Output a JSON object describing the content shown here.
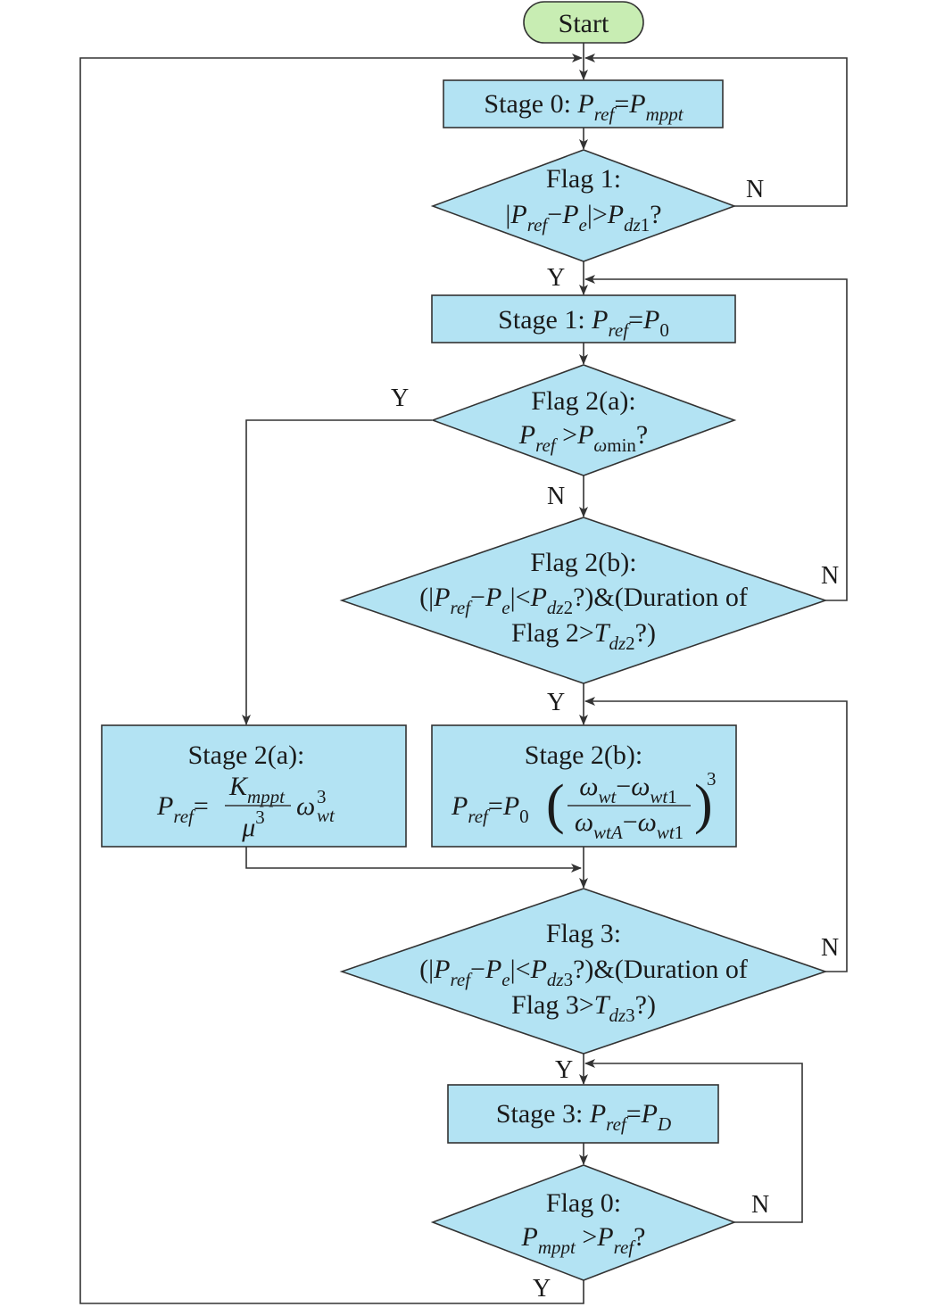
{
  "start": "Start",
  "labels": {
    "y": "Y",
    "n": "N"
  },
  "stage0": {
    "lead": "Stage 0: ",
    "p": "P",
    "ref": "ref",
    "eq": "=",
    "mppt": "mppt"
  },
  "flag1": {
    "title": "Flag 1:",
    "bar": "|",
    "p": "P",
    "ref": "ref",
    "minus": "−",
    "e": "e",
    "gt": "|>",
    "dz": "dz",
    "one": "1",
    "q": "?"
  },
  "stage1": {
    "lead": "Stage 1: ",
    "p": "P",
    "ref": "ref",
    "eq": "=",
    "zero": "0"
  },
  "flag2a": {
    "title": "Flag 2(a):",
    "p": "P",
    "ref": "ref",
    "gt": " >",
    "omega": "ω",
    "min": "min",
    "q": "?"
  },
  "flag2b": {
    "title": "Flag 2(b):",
    "open": "(|",
    "p": "P",
    "ref": "ref",
    "minus": "−",
    "e": "e",
    "lt": "|<",
    "dz": "dz",
    "two": "2",
    "close": "?)&(Duration of",
    "line3": "Flag 2>",
    "T": "T",
    "end": "?)"
  },
  "stage2a": {
    "title": "Stage 2(a):",
    "p": "P",
    "ref": "ref",
    "eq": "=",
    "K": "K",
    "mppt": "mppt",
    "mu": "μ",
    "three": "3",
    "omega": "ω",
    "wt": "wt"
  },
  "stage2b": {
    "title": "Stage 2(b):",
    "p": "P",
    "ref": "ref",
    "eq": "=",
    "zero": "0",
    "omega": "ω",
    "wt": "wt",
    "minus": "−",
    "wt1": "wt",
    "one": "1",
    "wtA": "wtA",
    "lparen": "(",
    "rparen": ")",
    "three": "3"
  },
  "flag3": {
    "title": "Flag 3:",
    "open": "(|",
    "p": "P",
    "ref": "ref",
    "minus": "−",
    "e": "e",
    "lt": "|<",
    "dz": "dz",
    "three": "3",
    "close": "?)&(Duration of",
    "line3": "Flag 3>",
    "T": "T",
    "end": "?)"
  },
  "stage3": {
    "lead": "Stage 3: ",
    "p": "P",
    "ref": "ref",
    "eq": "=",
    "D": "D"
  },
  "flag0": {
    "title": "Flag 0:",
    "p": "P",
    "mppt": "mppt",
    "gt": " >",
    "ref": "ref",
    "q": "?"
  }
}
